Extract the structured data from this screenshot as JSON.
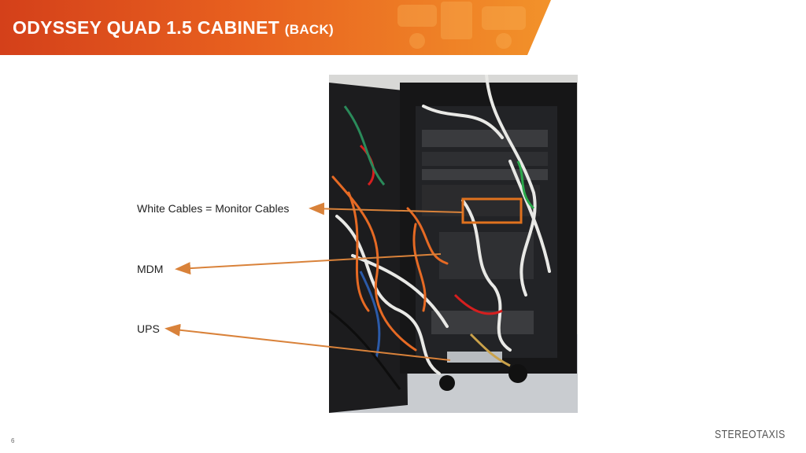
{
  "slide": {
    "title_main": "ODYSSEY QUAD 1.5 CABINET",
    "title_sub": "(BACK)",
    "page_number": "6"
  },
  "labels": {
    "white_cables": "White Cables = Monitor Cables",
    "mdm": "MDM",
    "ups": "UPS"
  },
  "logo": {
    "text": "STEREOTAXIS",
    "icon": "stereotaxis-flame-icon"
  },
  "photo": {
    "subject": "server-cabinet-back-photo"
  },
  "colors": {
    "banner_dark": "#d4401a",
    "banner_light": "#f2922a",
    "arrow": "#d9823a",
    "highlight_box": "#e0721e"
  }
}
